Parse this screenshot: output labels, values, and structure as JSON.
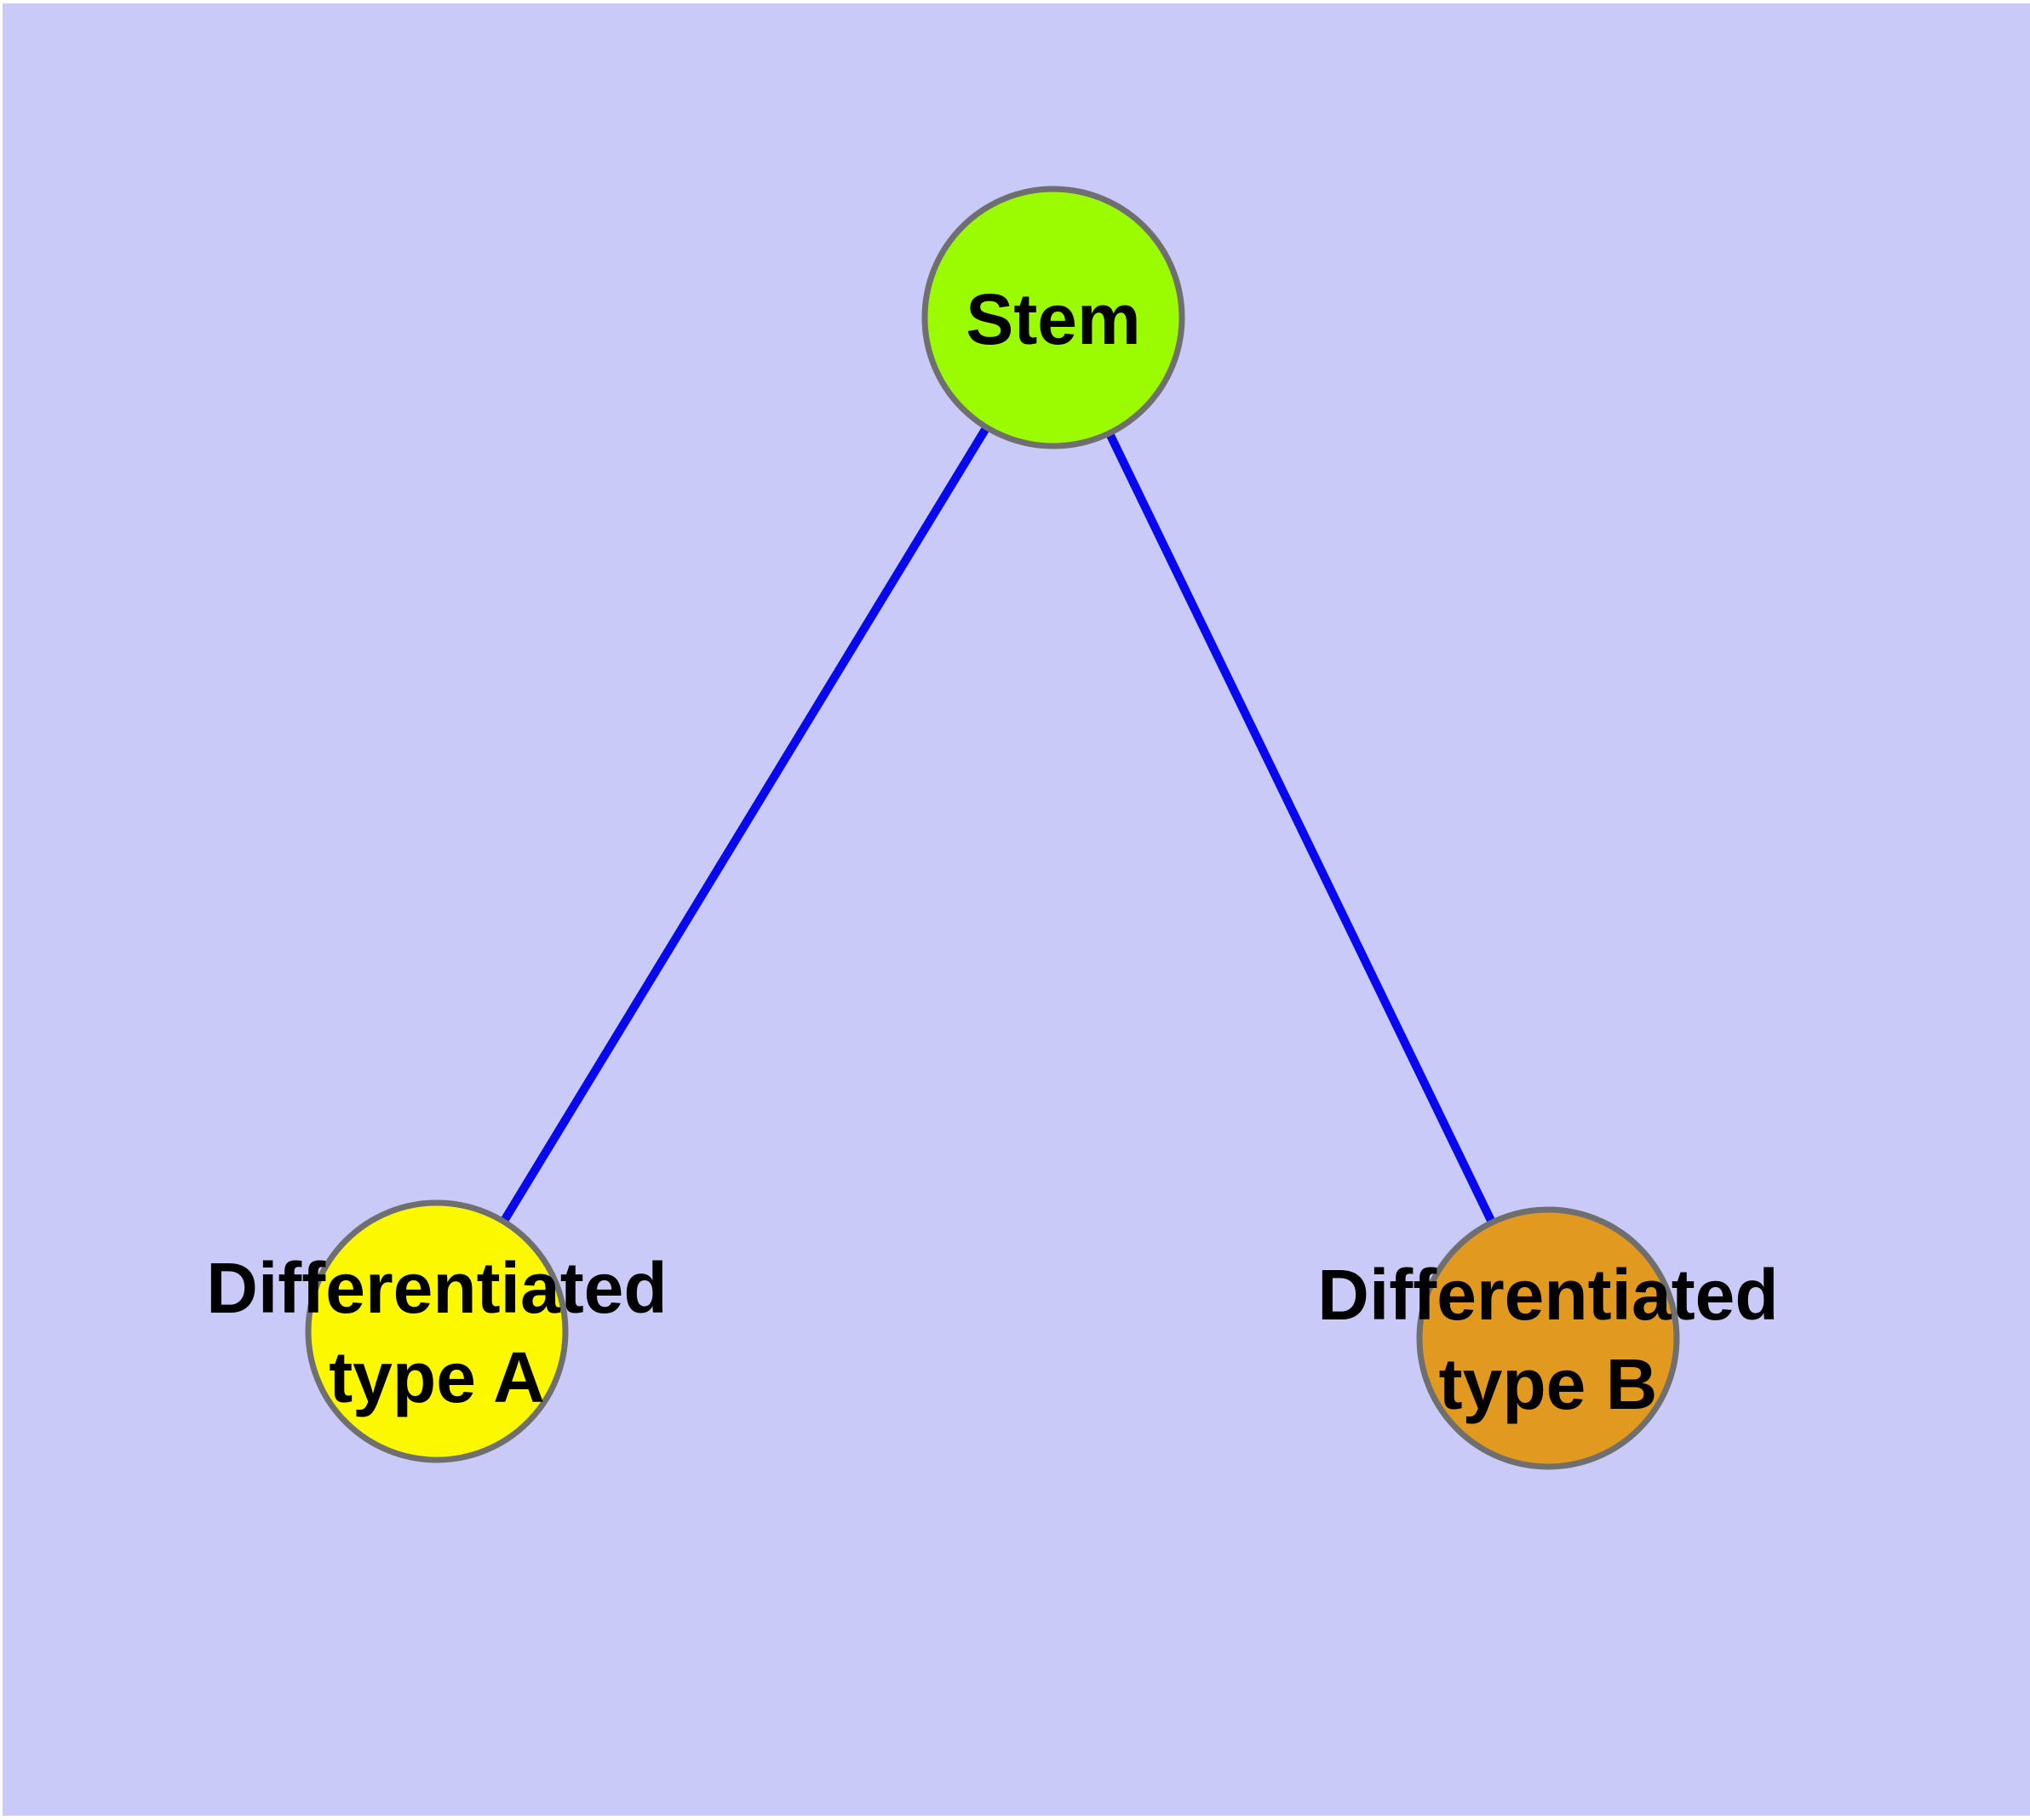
{
  "colors": {
    "page_margin": "#FFFFFF",
    "background": "#CACAF8",
    "edge": "#0707F0",
    "node_border": "#6F6F6F",
    "label_text": "#000000"
  },
  "diagram": {
    "type": "graph",
    "description": "Stem cell differentiation tree: one stem node connected to two differentiated cell type nodes"
  },
  "nodes": {
    "stem": {
      "label": "Stem",
      "fill": "#9BFB00"
    },
    "type_a": {
      "label_line1": "Differentiated",
      "label_line2": "type A",
      "fill": "#FCF800"
    },
    "type_b": {
      "label_line1": "Differentiated",
      "label_line2": "type B",
      "fill": "#E2991F"
    }
  },
  "edges": [
    {
      "from": "Stem",
      "to": "Differentiated type A"
    },
    {
      "from": "Stem",
      "to": "Differentiated type B"
    }
  ]
}
